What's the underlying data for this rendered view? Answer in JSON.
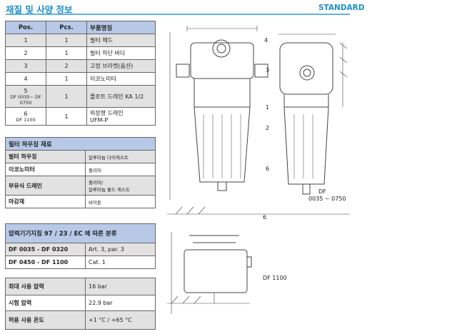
{
  "header": {
    "title": "재질 및 사양 정보",
    "badge": "STANDARD"
  },
  "parts": {
    "headers": [
      "Pos.",
      "Pcs.",
      "부품명칭"
    ],
    "rows": [
      {
        "pos": "1",
        "sub": "",
        "pcs": "1",
        "name": "필터 헤드",
        "name2": ""
      },
      {
        "pos": "2",
        "sub": "",
        "pcs": "1",
        "name": "필터 하단 바디",
        "name2": ""
      },
      {
        "pos": "3",
        "sub": "",
        "pcs": "2",
        "name": "고정 브라켓(옵션)",
        "name2": ""
      },
      {
        "pos": "4",
        "sub": "",
        "pcs": "1",
        "name": "이코노미터",
        "name2": ""
      },
      {
        "pos": "5",
        "sub": "DF 0035~ DF 0750",
        "pcs": "1",
        "name": "플로트 드레인 KA 1/2",
        "name2": ""
      },
      {
        "pos": "6",
        "sub": "DF 1100",
        "pcs": "1",
        "name": "외장형 드레인",
        "name2": "UFM-P"
      }
    ]
  },
  "materials": {
    "title": "필터 하우징 재료",
    "rows": [
      {
        "k": "필터 하우징",
        "v": "알루미늄 다이캐스트",
        "v2": ""
      },
      {
        "k": "이코노미터",
        "v": "폴리머",
        "v2": ""
      },
      {
        "k": "부유식 드레인",
        "v": "폴리머/",
        "v2": "알루미늄 몰드 캐스트"
      },
      {
        "k": "마감재",
        "v": "바이톤",
        "v2": ""
      }
    ]
  },
  "classification": {
    "title": "압력기기지침 97 / 23 / EC 에 따른 분류",
    "rows": [
      {
        "k": "DF 0035 - DF 0320",
        "v": "Art. 3, par. 3"
      },
      {
        "k": "DF 0450 - DF 1100",
        "v": "Cat. 1"
      }
    ]
  },
  "specs": {
    "rows": [
      {
        "k": "최대 사용 압력",
        "v": "16 bar"
      },
      {
        "k": "시험 압력",
        "v": "22.9 bar"
      },
      {
        "k": "허용 사용 온도",
        "v": "+1 °C / +65 °C"
      }
    ]
  },
  "drawing": {
    "callouts": [
      "4",
      "3",
      "1",
      "2",
      "6",
      "6"
    ],
    "label1": "DF",
    "label1b": "0035 ~ 0750",
    "label2": "DF 1100"
  }
}
